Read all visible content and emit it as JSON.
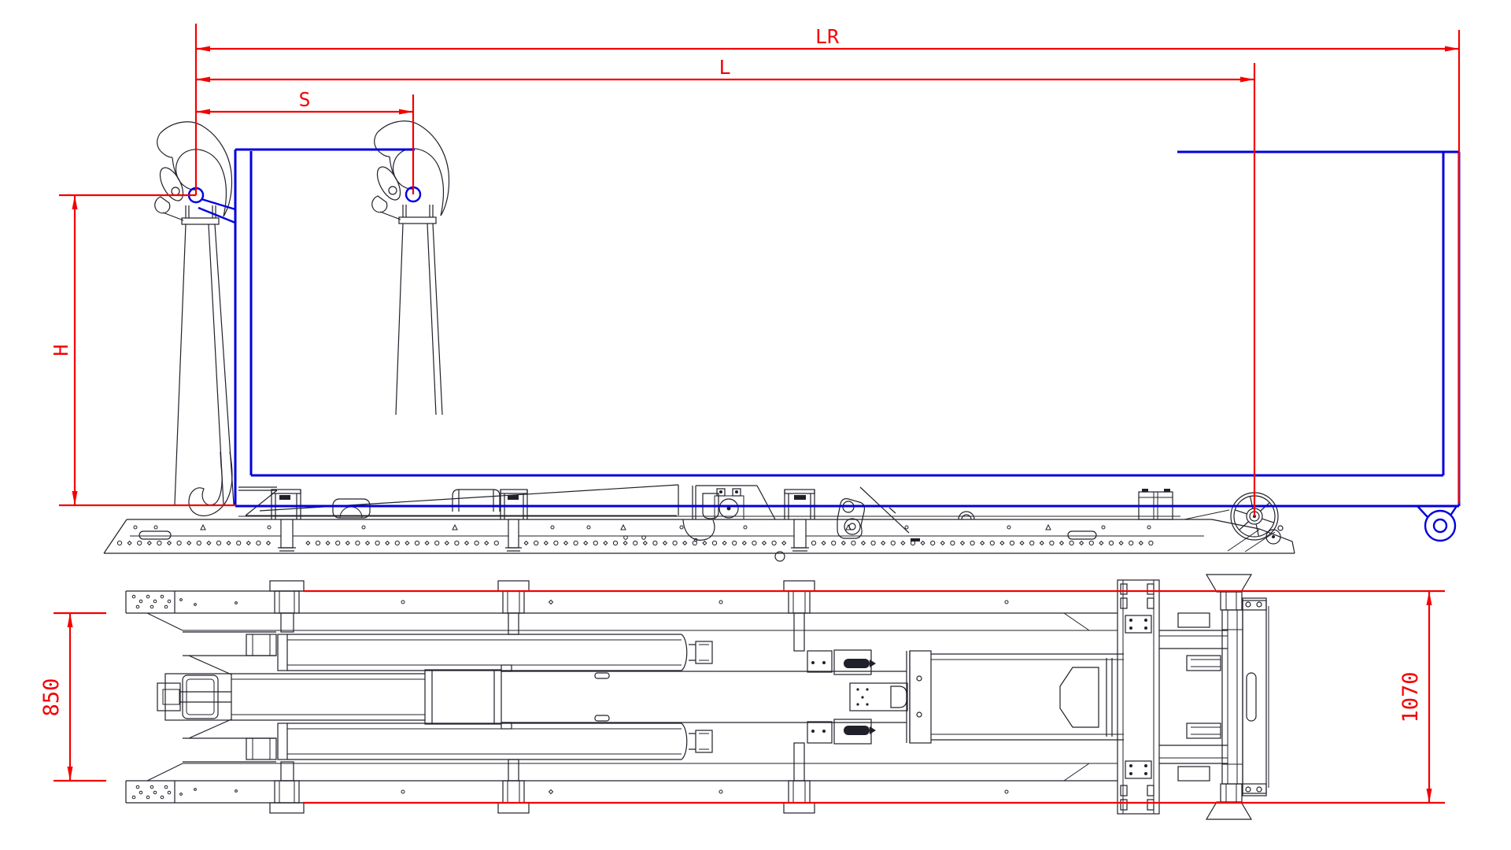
{
  "drawing": {
    "type": "technical-cad-drawing",
    "subject": "hooklift-frame-with-container",
    "background": "#ffffff"
  },
  "colors": {
    "linework": "#20202a",
    "container_outline": "#0000dd",
    "dimension_lines": "#f40000"
  },
  "dimensions": {
    "lr": {
      "label": "LR"
    },
    "l": {
      "label": "L"
    },
    "s": {
      "label": "S"
    },
    "h": {
      "label": "H"
    },
    "inner_width": {
      "label": "850"
    },
    "outer_width": {
      "label": "1070"
    }
  }
}
